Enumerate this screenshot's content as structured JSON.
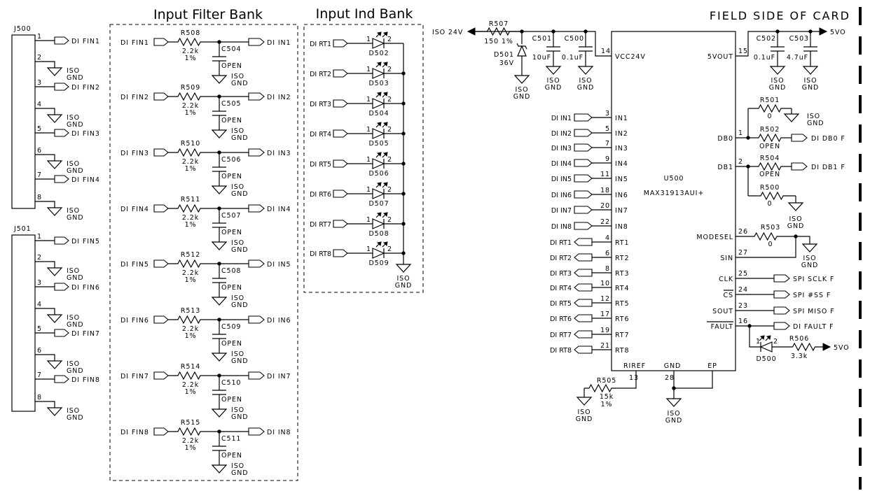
{
  "titles": {
    "filter_bank": "Input Filter Bank",
    "ind_bank": "Input Ind Bank",
    "field_side": "FIELD SIDE OF CARD"
  },
  "gnd": [
    "ISO",
    "GND"
  ],
  "connectors": [
    {
      "ref": "J500",
      "pins": [
        {
          "num": "1",
          "net": "DI FIN1"
        },
        {
          "num": "2"
        },
        {
          "num": "3",
          "net": "DI FIN2"
        },
        {
          "num": "4"
        },
        {
          "num": "5",
          "net": "DI FIN3"
        },
        {
          "num": "6"
        },
        {
          "num": "7",
          "net": "DI FIN4"
        },
        {
          "num": "8"
        }
      ]
    },
    {
      "ref": "J501",
      "pins": [
        {
          "num": "1",
          "net": "DI FIN5"
        },
        {
          "num": "2"
        },
        {
          "num": "3",
          "net": "DI FIN6"
        },
        {
          "num": "4"
        },
        {
          "num": "5",
          "net": "DI FIN7"
        },
        {
          "num": "6"
        },
        {
          "num": "7",
          "net": "DI FIN8"
        },
        {
          "num": "8"
        }
      ]
    }
  ],
  "filters": [
    {
      "in": "DI FIN1",
      "r_ref": "R508",
      "r_val": "2.2k",
      "r_tol": "1%",
      "c_ref": "C504",
      "c_val": "OPEN",
      "out": "DI IN1"
    },
    {
      "in": "DI FIN2",
      "r_ref": "R509",
      "r_val": "2.2k",
      "r_tol": "1%",
      "c_ref": "C505",
      "c_val": "OPEN",
      "out": "DI IN2"
    },
    {
      "in": "DI FIN3",
      "r_ref": "R510",
      "r_val": "2.2k",
      "r_tol": "1%",
      "c_ref": "C506",
      "c_val": "OPEN",
      "out": "DI IN3"
    },
    {
      "in": "DI FIN4",
      "r_ref": "R511",
      "r_val": "2.2k",
      "r_tol": "1%",
      "c_ref": "C507",
      "c_val": "OPEN",
      "out": "DI IN4"
    },
    {
      "in": "DI FIN5",
      "r_ref": "R512",
      "r_val": "2.2k",
      "r_tol": "1%",
      "c_ref": "C508",
      "c_val": "OPEN",
      "out": "DI IN5"
    },
    {
      "in": "DI FIN6",
      "r_ref": "R513",
      "r_val": "2.2k",
      "r_tol": "1%",
      "c_ref": "C509",
      "c_val": "OPEN",
      "out": "DI IN6"
    },
    {
      "in": "DI FIN7",
      "r_ref": "R514",
      "r_val": "2.2k",
      "r_tol": "1%",
      "c_ref": "C510",
      "c_val": "OPEN",
      "out": "DI IN7"
    },
    {
      "in": "DI FIN8",
      "r_ref": "R515",
      "r_val": "2.2k",
      "r_tol": "1%",
      "c_ref": "C511",
      "c_val": "OPEN",
      "out": "DI IN8"
    }
  ],
  "leds": {
    "pin_a": "1",
    "pin_k": "2",
    "rows": [
      {
        "net": "DI RT1",
        "ref": "D502"
      },
      {
        "net": "DI RT2",
        "ref": "D503"
      },
      {
        "net": "DI RT3",
        "ref": "D504"
      },
      {
        "net": "DI RT4",
        "ref": "D505"
      },
      {
        "net": "DI RT5",
        "ref": "D506"
      },
      {
        "net": "DI RT6",
        "ref": "D507"
      },
      {
        "net": "DI RT7",
        "ref": "D508"
      },
      {
        "net": "DI RT8",
        "ref": "D509"
      }
    ]
  },
  "power_in": {
    "net": "ISO 24V",
    "r_ref": "R507",
    "r_val": "150 1%",
    "zener_ref": "D501",
    "zener_val": "36V",
    "caps": [
      {
        "ref": "C501",
        "val": "10uF"
      },
      {
        "ref": "C500",
        "val": "0.1uF"
      }
    ]
  },
  "power_out": {
    "net": "5VO",
    "caps": [
      {
        "ref": "C502",
        "val": "0.1uF"
      },
      {
        "ref": "C503",
        "val": "4.7uF"
      }
    ]
  },
  "ic": {
    "ref": "U500",
    "part": "MAX31913AUI+",
    "vcc_pin": {
      "num": "14",
      "name": "VCC24V"
    },
    "vout_pin": {
      "num": "15",
      "name": "5VOUT"
    },
    "left_pins": [
      {
        "num": "3",
        "name": "IN1",
        "net": "DI IN1"
      },
      {
        "num": "5",
        "name": "IN2",
        "net": "DI IN2"
      },
      {
        "num": "7",
        "name": "IN3",
        "net": "DI IN3"
      },
      {
        "num": "9",
        "name": "IN4",
        "net": "DI IN4"
      },
      {
        "num": "11",
        "name": "IN5",
        "net": "DI IN5"
      },
      {
        "num": "18",
        "name": "IN6",
        "net": "DI IN6"
      },
      {
        "num": "20",
        "name": "IN7",
        "net": "DI IN7"
      },
      {
        "num": "22",
        "name": "IN8",
        "net": "DI IN8"
      },
      {
        "num": "4",
        "name": "RT1",
        "net": "DI RT1"
      },
      {
        "num": "6",
        "name": "RT2",
        "net": "DI RT2"
      },
      {
        "num": "8",
        "name": "RT3",
        "net": "DI RT3"
      },
      {
        "num": "10",
        "name": "RT4",
        "net": "DI RT4"
      },
      {
        "num": "12",
        "name": "RT5",
        "net": "DI RT5"
      },
      {
        "num": "17",
        "name": "RT6",
        "net": "DI RT6"
      },
      {
        "num": "19",
        "name": "RT7",
        "net": "DI RT7"
      },
      {
        "num": "21",
        "name": "RT8",
        "net": "DI RT8"
      }
    ],
    "right_pins": [
      {
        "num": "1",
        "name": "DB0"
      },
      {
        "num": "2",
        "name": "DB1"
      },
      {
        "num": "26",
        "name": "MODESEL"
      },
      {
        "num": "27",
        "name": "SIN"
      },
      {
        "num": "25",
        "name": "CLK",
        "net": "SPI SCLK F"
      },
      {
        "num": "24",
        "name": "CS",
        "net": "SPI #SS F"
      },
      {
        "num": "23",
        "name": "SOUT",
        "net": "SPI MISO F"
      },
      {
        "num": "16",
        "name": "FAULT",
        "net": "DI FAULT F"
      }
    ],
    "bottom_pins": [
      {
        "num": "13",
        "name": "RIREF"
      },
      {
        "num": "28",
        "name": "GND"
      },
      {
        "name": "EP"
      }
    ]
  },
  "db_network": {
    "r501": {
      "ref": "R501",
      "val": "0"
    },
    "r502": {
      "ref": "R502",
      "val": "OPEN",
      "net": "DI DB0 F"
    },
    "r504": {
      "ref": "R504",
      "val": "OPEN",
      "net": "DI DB1 F"
    },
    "r500": {
      "ref": "R500",
      "val": "0"
    },
    "r503": {
      "ref": "R503",
      "val": "0"
    }
  },
  "fault_led": {
    "ref": "D500",
    "pin_a": "1",
    "pin_k": "2",
    "r_ref": "R506",
    "r_val": "3.3k",
    "net": "5VO"
  },
  "riref": {
    "ref": "R505",
    "val": "15k",
    "tol": "1%"
  }
}
